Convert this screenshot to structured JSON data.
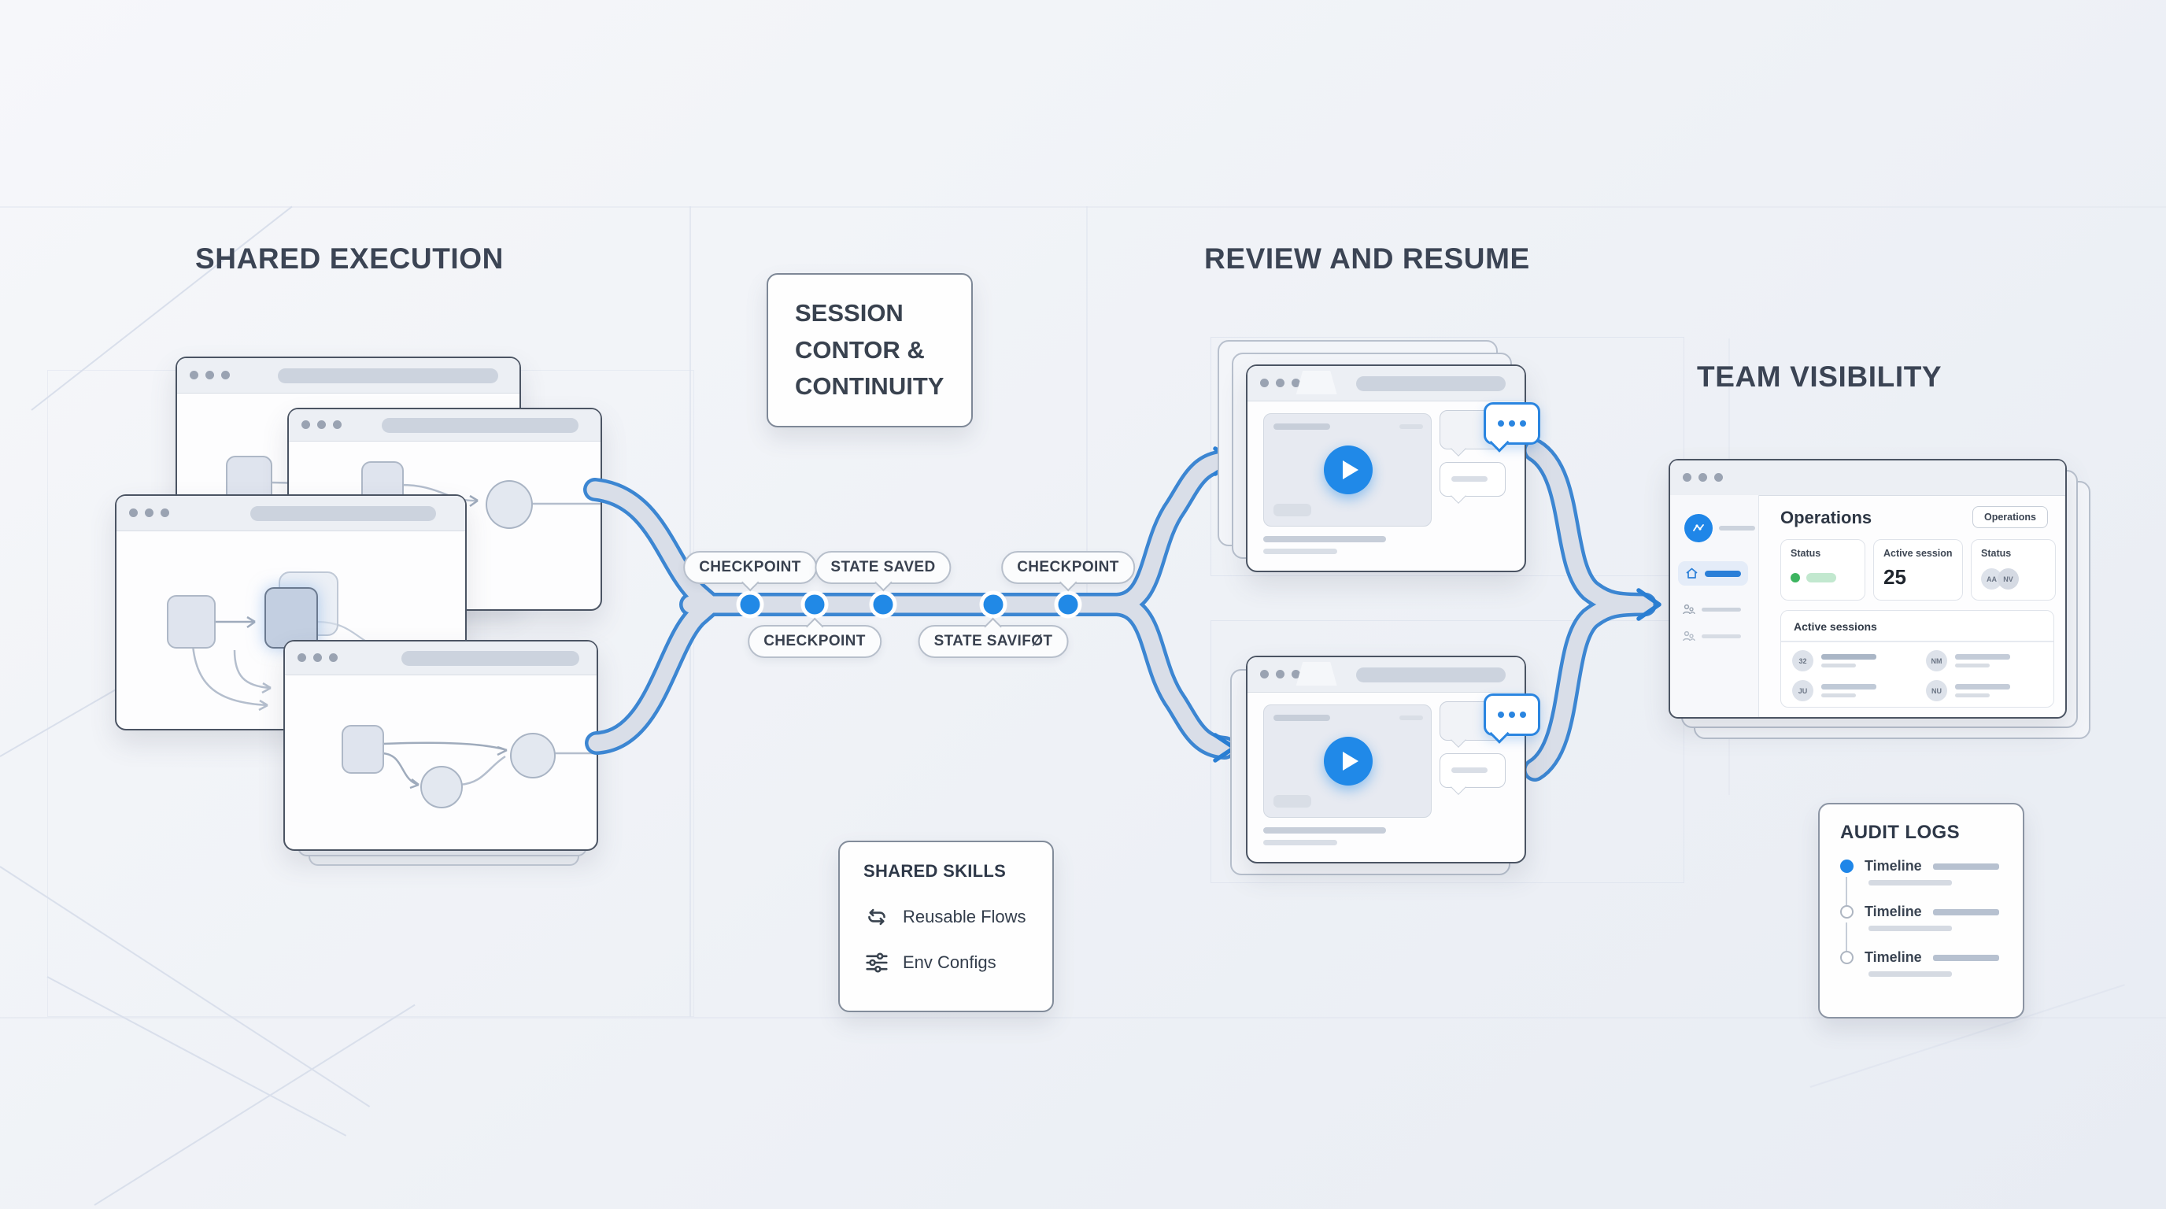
{
  "titles": {
    "shared_execution": "SHARED EXECUTION",
    "review_resume": "REVIEW AND RESUME",
    "team_visibility": "TEAM VISIBILITY"
  },
  "session_card": {
    "lines": [
      "SESSION",
      "CONTOR &",
      "CONTINUITY"
    ]
  },
  "timeline": {
    "checkpoints": [
      {
        "label": "CHECKPOINT",
        "position": "above"
      },
      {
        "label": "CHECKPOINT",
        "position": "below"
      },
      {
        "label": "STATE SAVED",
        "position": "above"
      },
      {
        "label": "STATE SAVIFØT",
        "position": "below"
      },
      {
        "label": "CHECKPOINT",
        "position": "above"
      }
    ]
  },
  "shared_skills": {
    "title": "SHARED SKILLS",
    "items": [
      {
        "icon": "loop-icon",
        "label": "Reusable Flows"
      },
      {
        "icon": "sliders-icon",
        "label": "Env Configs"
      }
    ]
  },
  "dashboard": {
    "heading": "Operations",
    "button_label": "Operations",
    "stat_cards": [
      {
        "label": "Status"
      },
      {
        "label": "Active session",
        "value": "25"
      },
      {
        "label": "Status",
        "avatars": [
          "AA",
          "NV"
        ]
      }
    ],
    "sessions_panel": {
      "title": "Active sessions",
      "rows": [
        {
          "initials": "32"
        },
        {
          "initials": "NM"
        },
        {
          "initials": "JU"
        },
        {
          "initials": "NU"
        }
      ]
    }
  },
  "audit_logs": {
    "title": "AUDIT LOGS",
    "entries": [
      {
        "label": "Timeline",
        "state": "active"
      },
      {
        "label": "Timeline",
        "state": "idle"
      },
      {
        "label": "Timeline",
        "state": "idle"
      }
    ]
  },
  "colors": {
    "accent": "#2188e6",
    "band": "#d9dee8",
    "title_text": "#3b4454",
    "status_green": "#3cb45f"
  }
}
